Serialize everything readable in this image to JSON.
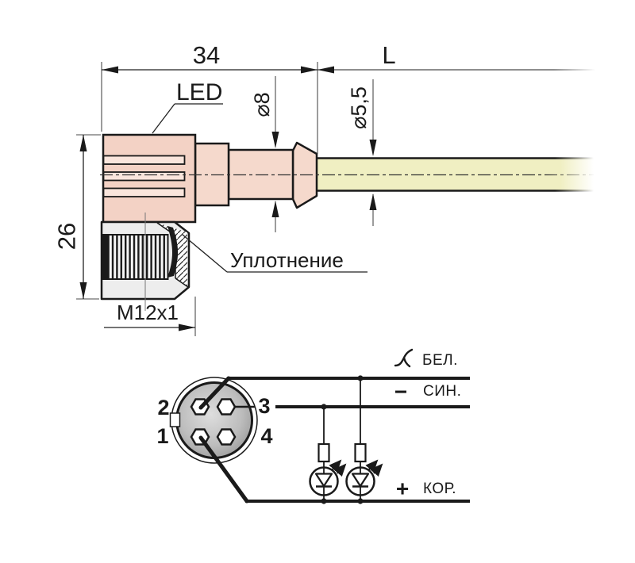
{
  "colors": {
    "outline": "#1a1a1a",
    "body_pink": "#f3d2c5",
    "body_pink_light": "#f5d9cc",
    "groove_pink": "#f9e5dc",
    "cable_yellow": "#f0efc2",
    "nut_gray": "#ededed",
    "dim_line": "#4a4a4a"
  },
  "dimensions": {
    "connector_width": "34",
    "cable_length": "L",
    "connector_height": "26",
    "nozzle_diameter": "⌀8",
    "cable_diameter": "⌀5,5",
    "thread": "M12x1"
  },
  "labels": {
    "led": "LED",
    "seal": "Уплотнение"
  },
  "pinout": {
    "pins": {
      "p1": "1",
      "p2": "2",
      "p3": "3",
      "p4": "4"
    },
    "wires": [
      {
        "symbol": "switch-icon",
        "label": "БЕЛ."
      },
      {
        "symbol": "−",
        "label": "СИН."
      },
      {
        "symbol": "+",
        "label": "КОР."
      }
    ]
  }
}
